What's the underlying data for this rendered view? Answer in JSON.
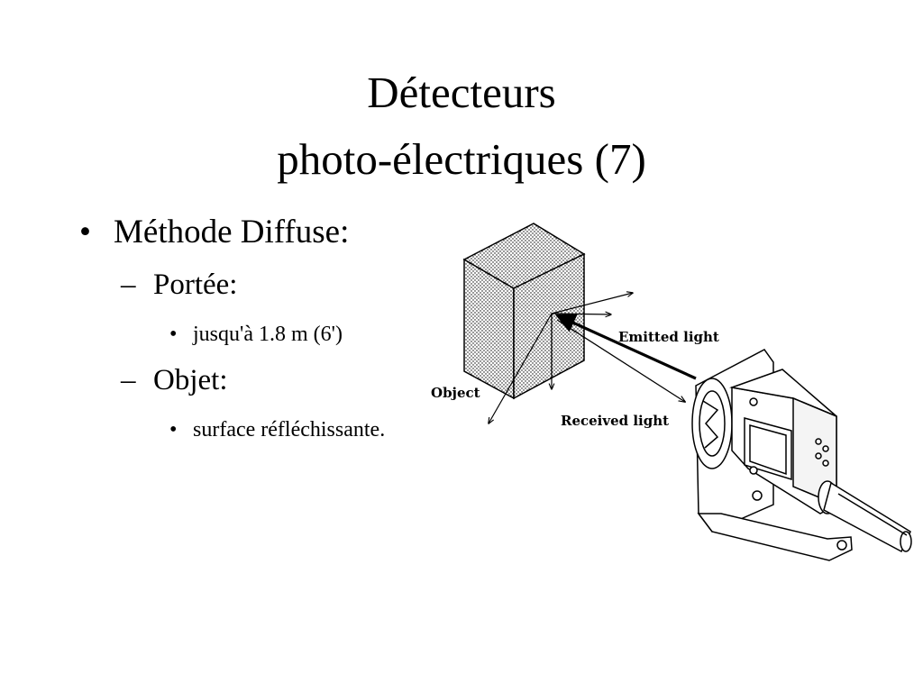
{
  "slide": {
    "title_line1": "Détecteurs",
    "title_line2": "photo-électriques (7)"
  },
  "bullets": {
    "method": "Méthode Diffuse:",
    "range_heading": "Portée:",
    "range_value": "jusqu'à 1.8 m (6')",
    "object_heading": "Objet:",
    "object_value": "surface réfléchissante."
  },
  "bullet_marks": {
    "level1": "•",
    "level2": "–",
    "level3": "•"
  },
  "diagram": {
    "object_label": "Object",
    "emitted_label": "Emitted light",
    "received_label": "Received light"
  }
}
